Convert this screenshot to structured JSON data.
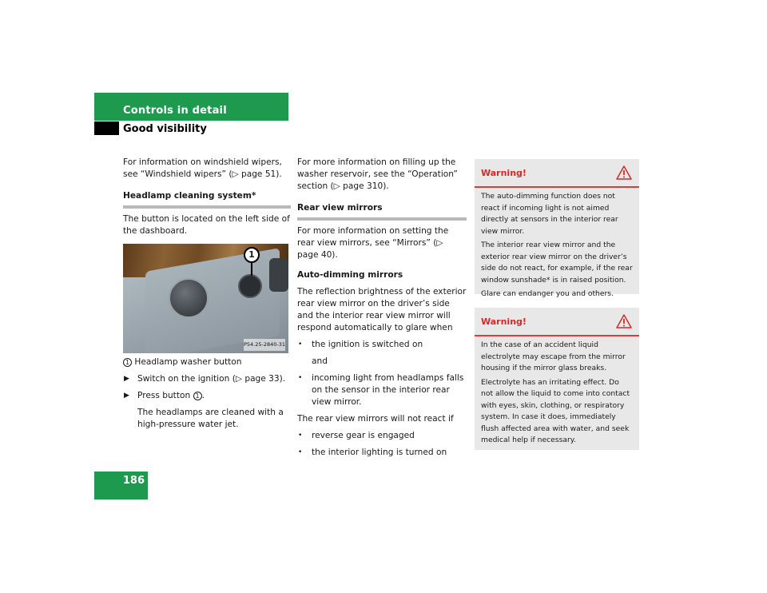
{
  "header": {
    "section_title": "Controls in detail",
    "subsection_title": "Good visibility"
  },
  "page_number": "186",
  "left_column": {
    "intro": "For information on windshield wipers, see “Windshield wipers” (▷ page 51).",
    "heading": "Headlamp cleaning system*",
    "location_text": "The button is located on the left side of the dashboard.",
    "figure": {
      "callout": "1",
      "reference": "P54.25-2840-31"
    },
    "legend_num": "1",
    "legend_text": "Headlamp washer button",
    "steps": [
      {
        "marker": "▶",
        "text": "Switch on the ignition (▷ page 33)."
      },
      {
        "marker": "▶",
        "pre": "Press button ",
        "num": "1",
        "post": "."
      }
    ],
    "result": "The headlamps are cleaned with a high-pressure water jet."
  },
  "right_column": {
    "reservoir_info": "For more information on filling up the washer reservoir, see the “Operation” section (▷ page 310).",
    "heading": "Rear view mirrors",
    "mirror_info": "For more information on setting the rear view mirrors, see “Mirrors” (▷ page 40).",
    "subheading": "Auto-dimming mirrors",
    "dimming_text": "The reflection brightness of the exterior rear view mirror on the driver’s side and the interior rear view mirror will respond automatically to glare when",
    "when_list": [
      {
        "marker": "•",
        "text": "the ignition is switched on"
      }
    ],
    "and_text": "and",
    "when_list2": [
      {
        "marker": "•",
        "text": "incoming light from headlamps falls on the sensor in the interior rear view mirror."
      }
    ],
    "not_react_text": "The rear view mirrors will not react if",
    "not_react_list": [
      {
        "marker": "•",
        "text": "reverse gear is engaged"
      },
      {
        "marker": "•",
        "text": "the interior lighting is turned on"
      }
    ]
  },
  "warnings": [
    {
      "title": "Warning!",
      "icon": "warning-triangle-icon",
      "paragraphs": [
        "The auto-dimming function does not react if incoming light is not aimed directly at sensors in the interior rear view mirror.",
        "The interior rear view mirror and the exterior rear view mirror on the driver’s side do not react, for example, if the rear window sunshade* is in raised position.",
        "Glare can endanger you and others."
      ]
    },
    {
      "title": "Warning!",
      "icon": "warning-triangle-icon",
      "paragraphs": [
        "In the case of an accident liquid electrolyte may escape from the mirror housing if the mirror glass breaks.",
        "Electrolyte has an irritating effect. Do not allow the liquid to come into contact with eyes, skin, clothing, or respiratory system. In case it does, immediately flush affected area with water, and seek medical help if necessary."
      ]
    }
  ],
  "colors": {
    "brand_green": "#1e9a4f",
    "warning_red": "#d42a2a",
    "warning_bg": "#e8e8e8"
  }
}
